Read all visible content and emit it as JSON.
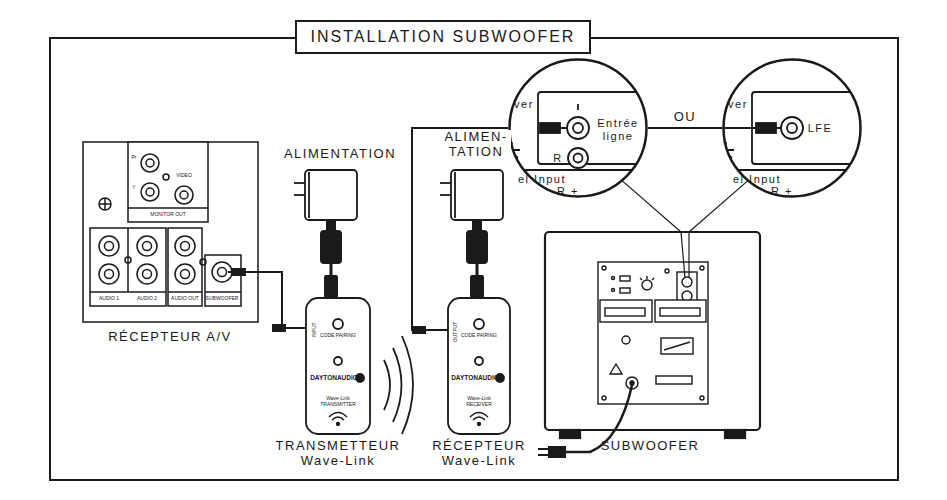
{
  "diagram": {
    "title": "INSTALLATION SUBWOOFER",
    "nodes": [
      {
        "text": [
          "Pr",
          "Y",
          "VIDEO",
          "MONITOR OUT",
          "AUDIO 1",
          "AUDIO 2",
          "AUDIO OUT",
          "SUBWOOFER",
          "RÉCEPTEUR A/V"
        ]
      },
      {
        "text": [
          "INPUT",
          "CODE PAIRING",
          "DAYTONAUDIO",
          "Wave-Link TRANSMITTER",
          "TRANSMETTEUR Wave-Link"
        ]
      },
      {
        "text": [
          "OUTPUT",
          "CODE PAIRING",
          "DAYTONAUDIO",
          "Wave-Link RECEIVER",
          "RÉCEPTEUR Wave-Link"
        ]
      },
      {
        "text": [
          "ver",
          "R",
          "Entrée ligne",
          "el Input",
          "R +"
        ]
      },
      {
        "text": [
          "ver",
          "LFE",
          "el Input",
          "R +"
        ]
      },
      {
        "text": [
          "SUBWOOFER"
        ]
      }
    ],
    "edges": [
      {
        "from": 0,
        "to": 1,
        "arrow": "none"
      },
      {
        "from": 2,
        "to": 3,
        "arrow": "none"
      },
      {
        "from": 3,
        "to": 4,
        "label": "OU",
        "arrow": "none"
      },
      {
        "from": 3,
        "to": 5,
        "arrow": "none"
      },
      {
        "from": 4,
        "to": 5,
        "arrow": "none"
      }
    ],
    "labels": [
      "ALIMENTATION",
      "ALIMEN- TATION"
    ]
  }
}
